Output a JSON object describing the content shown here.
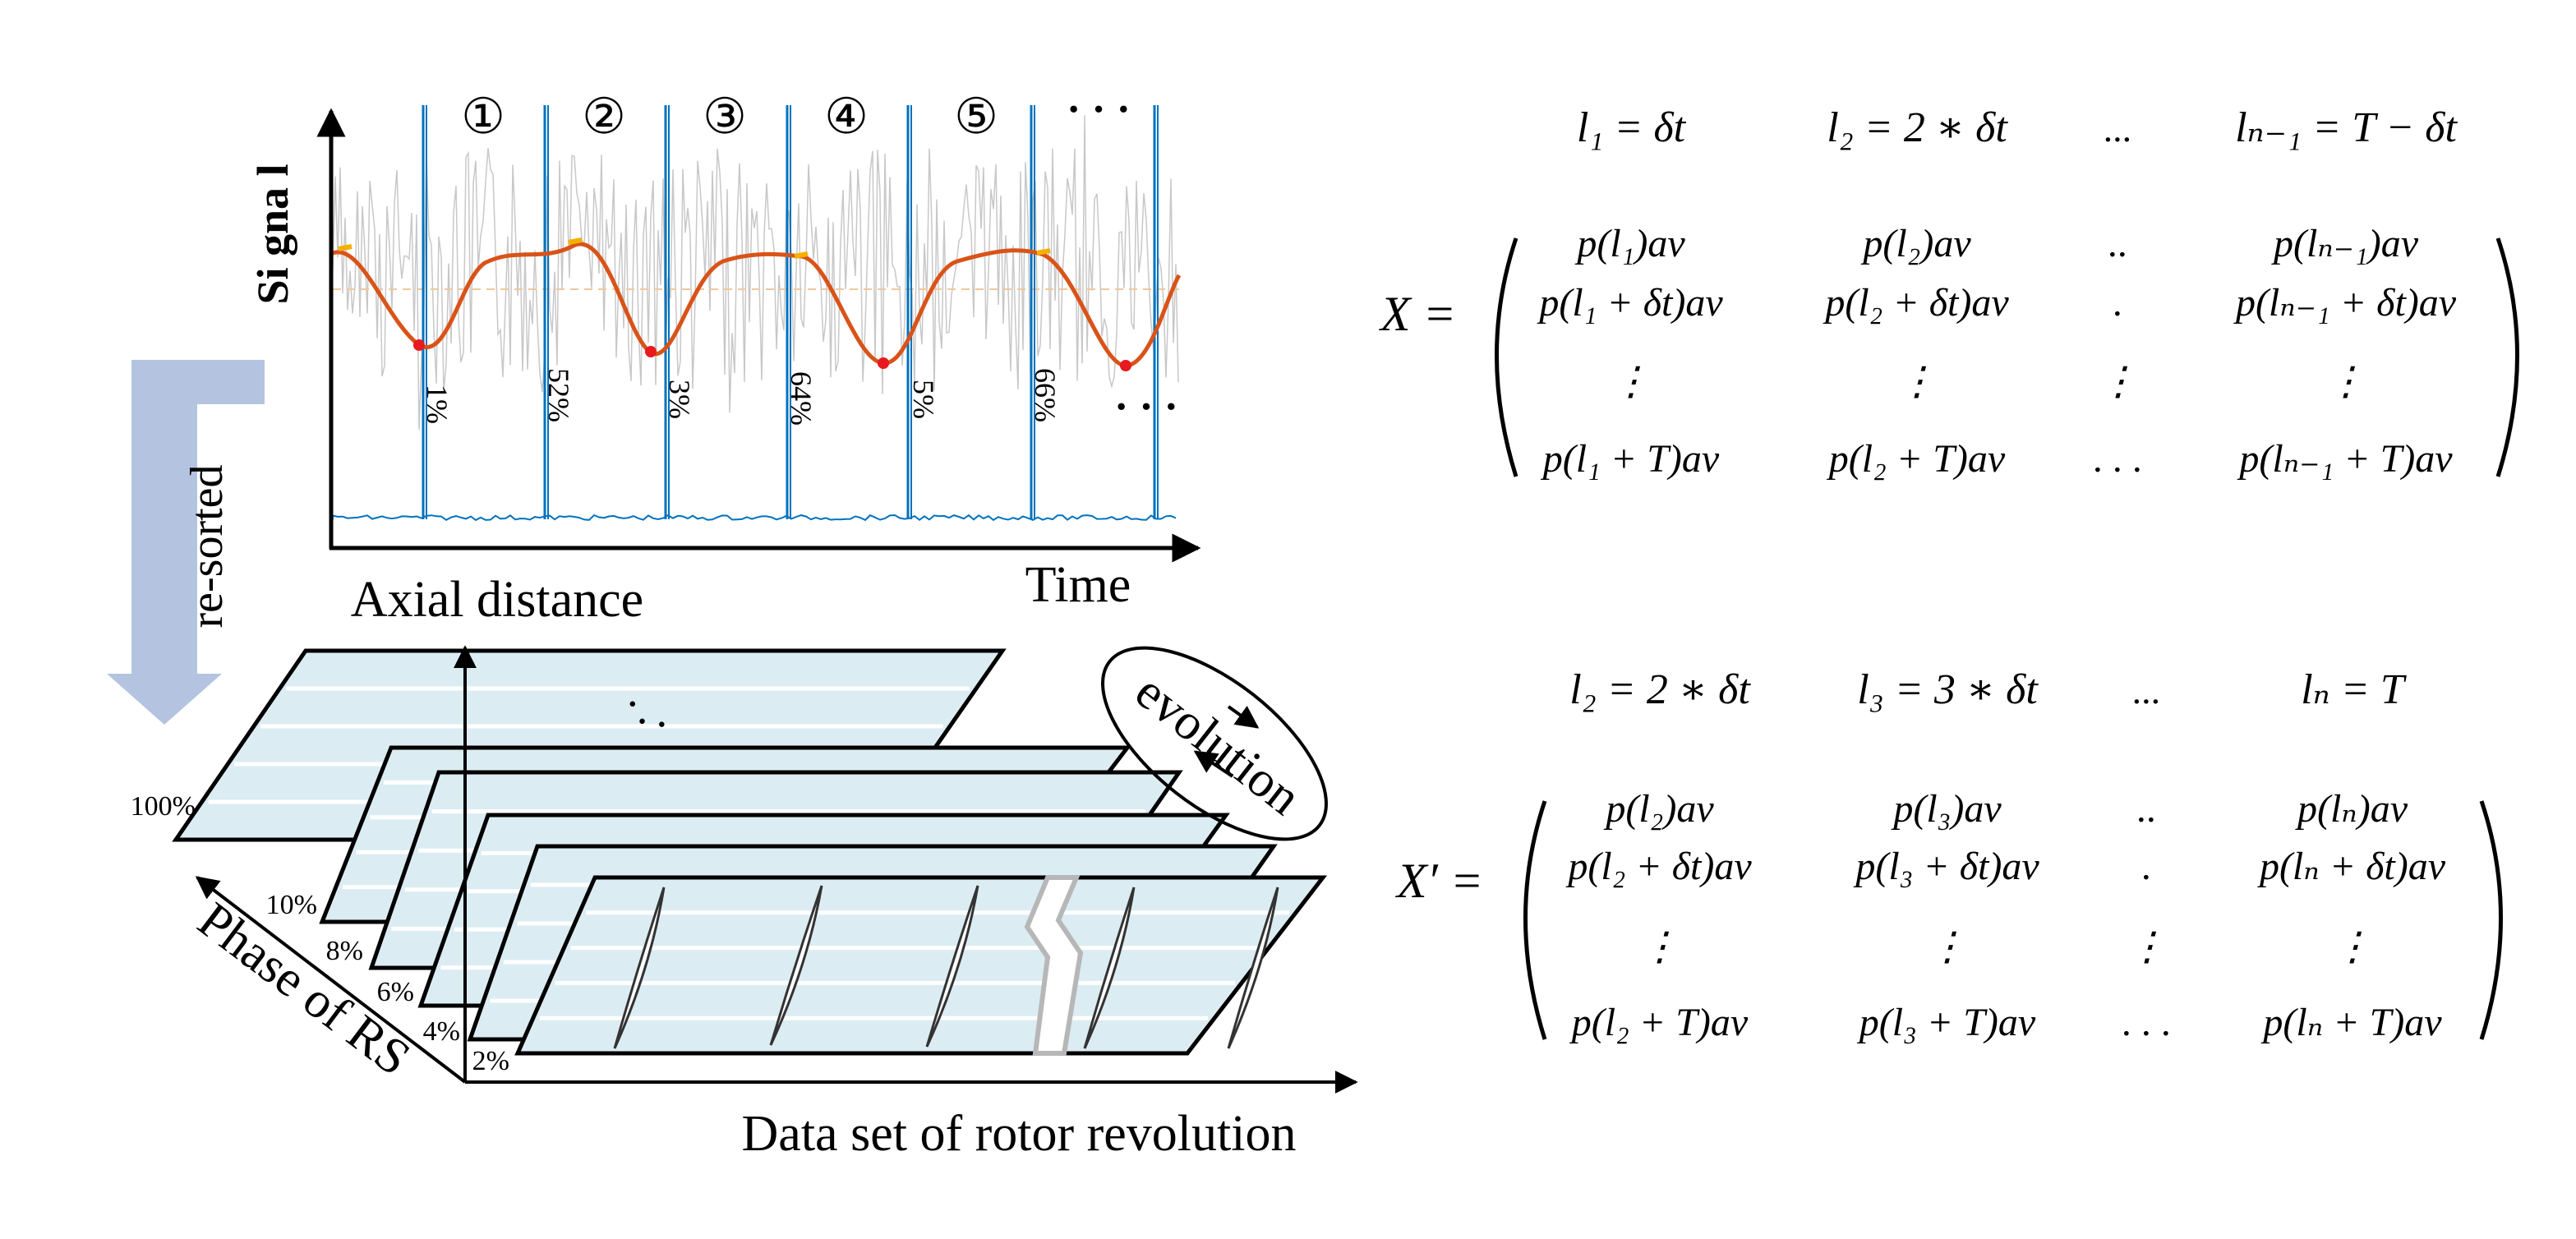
{
  "signal_plot": {
    "ylabel": "Si gna l",
    "xlabel": "Time",
    "segment_markers": [
      "①",
      "②",
      "③",
      "④",
      "⑤",
      "· · ·"
    ],
    "phase_labels": [
      "1%",
      "52%",
      "3%",
      "64%",
      "5%",
      "66%"
    ],
    "trailing_ellipsis": "· · ·",
    "colors": {
      "raw_signal": "#c8c8c8",
      "smoothed_curve": "#d95319",
      "pulse_line": "#0072bd",
      "minimum_marker": "#e8191f",
      "maximum_marker": "#f5b000",
      "mean_line": "#f0c89b"
    }
  },
  "resort": {
    "label": "re-sorted",
    "arrow_color": "#b4c4e0"
  },
  "stack": {
    "axial_axis_label": "Axial distance",
    "phase_axis_label": "Phase of RS",
    "data_axis_label": "Data set of rotor revolution",
    "evolution_label": "evolution",
    "plane_labels": [
      "100%",
      "10%",
      "8%",
      "6%",
      "4%",
      "2%"
    ],
    "inner_ellipsis": "· . ·",
    "plane_fill": "#dcecf3"
  },
  "matrix_x": {
    "header": [
      "l₁ = δt",
      "l₂ = 2 ∗ δt",
      "...",
      "lₙ₋₁ = T − δt"
    ],
    "name": "X =",
    "rows": [
      [
        "p(l₁)av",
        "p(l₂)av",
        "..",
        "p(lₙ₋₁)av"
      ],
      [
        "p(l₁ + δt)av",
        "p(l₂ + δt)av",
        ".",
        "p(lₙ₋₁ + δt)av"
      ],
      [
        "⋮",
        "⋮",
        "⋮",
        "⋮"
      ],
      [
        "p(l₁ + T)av",
        "p(l₂ + T)av",
        ". . .",
        "p(lₙ₋₁ + T)av"
      ]
    ]
  },
  "matrix_xp": {
    "header": [
      "l₂ = 2 ∗ δt",
      "l₃ = 3 ∗ δt",
      "...",
      "lₙ = T"
    ],
    "name": "X′ =",
    "rows": [
      [
        "p(l₂)av",
        "p(l₃)av",
        "..",
        "p(lₙ)av"
      ],
      [
        "p(l₂ + δt)av",
        "p(l₃ + δt)av",
        ".",
        "p(lₙ + δt)av"
      ],
      [
        "⋮",
        "⋮",
        "⋮",
        "⋮"
      ],
      [
        "p(l₂ + T)av",
        "p(l₃ + T)av",
        ". . .",
        "p(lₙ + T)av"
      ]
    ]
  }
}
